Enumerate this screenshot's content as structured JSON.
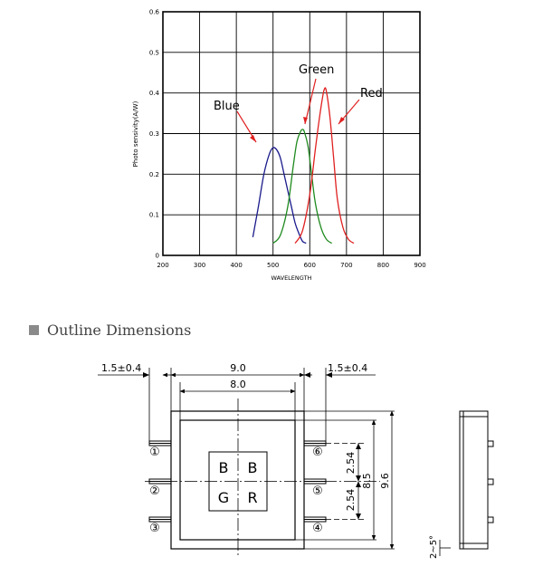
{
  "chart_data": {
    "type": "line",
    "title": "",
    "xlabel": "WAVELENGTH",
    "ylabel": "Photo sensivity(A/W)",
    "xlim": [
      200,
      900
    ],
    "ylim": [
      0,
      0.6
    ],
    "x_ticks": [
      "200",
      "300",
      "400",
      "500",
      "600",
      "700",
      "800",
      "900"
    ],
    "y_ticks": [
      "0",
      "0.1",
      "0.2",
      "0.3",
      "0.4",
      "0.5",
      "0.6"
    ],
    "grid": true,
    "legend": "inline-annotations",
    "series": [
      {
        "name": "Blue",
        "color": "#1a1a8c",
        "x": [
          445,
          460,
          475,
          490,
          500,
          510,
          520,
          530,
          540,
          550,
          560,
          570,
          580,
          590
        ],
        "y": [
          0.045,
          0.12,
          0.2,
          0.25,
          0.265,
          0.26,
          0.24,
          0.2,
          0.16,
          0.12,
          0.08,
          0.055,
          0.035,
          0.03
        ]
      },
      {
        "name": "Green",
        "color": "#1f8a1f",
        "x": [
          500,
          520,
          540,
          555,
          565,
          575,
          580,
          585,
          595,
          605,
          615,
          630,
          645,
          660
        ],
        "y": [
          0.03,
          0.05,
          0.12,
          0.22,
          0.28,
          0.305,
          0.31,
          0.305,
          0.27,
          0.2,
          0.13,
          0.07,
          0.04,
          0.03
        ]
      },
      {
        "name": "Red",
        "color": "#e02020",
        "x": [
          560,
          580,
          600,
          615,
          625,
          635,
          640,
          645,
          655,
          665,
          675,
          690,
          705,
          720
        ],
        "y": [
          0.03,
          0.06,
          0.15,
          0.26,
          0.33,
          0.39,
          0.41,
          0.405,
          0.34,
          0.24,
          0.14,
          0.07,
          0.04,
          0.03
        ]
      }
    ]
  },
  "section": {
    "title": "Outline Dimensions"
  },
  "dimensions": {
    "pitch_left": "1.5±0.4",
    "width_outer": "9.0",
    "width_inner": "8.0",
    "pitch_right": "1.5±0.4",
    "pin_pitch_top": "2.54",
    "pin_pitch_bottom": "2.54",
    "height_inner": "8.5",
    "height_outer": "9.6",
    "angle": "2~5°",
    "cells": [
      "B",
      "B",
      "G",
      "R"
    ],
    "pins_left": [
      "①",
      "②",
      "③"
    ],
    "pins_right": [
      "⑥",
      "⑤",
      "④"
    ]
  }
}
